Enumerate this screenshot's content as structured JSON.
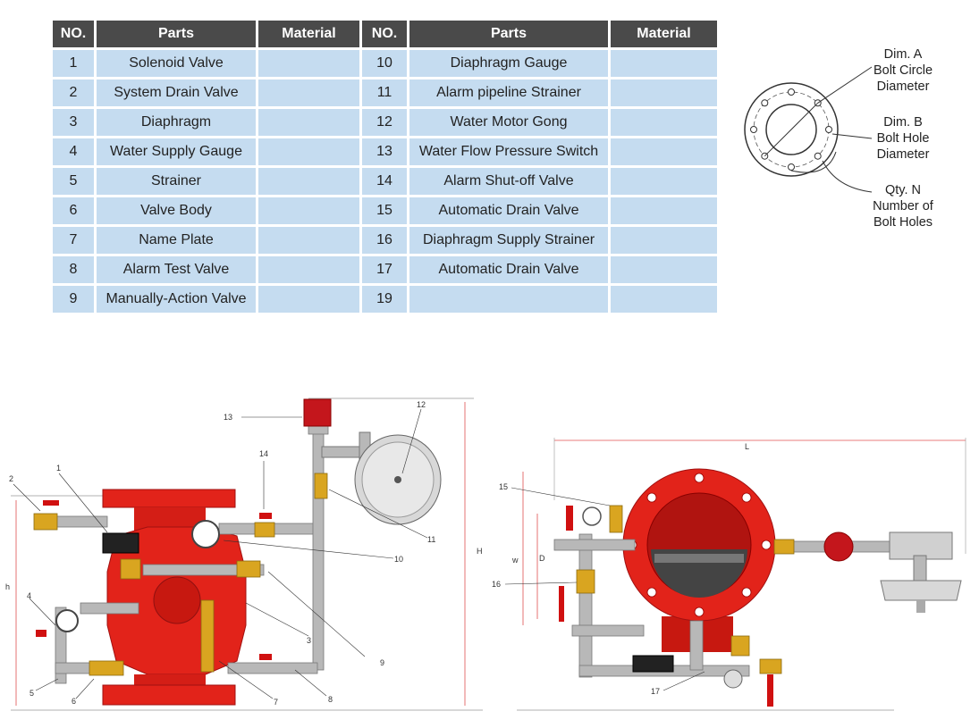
{
  "table": {
    "headers": [
      "NO.",
      "Parts",
      "Material",
      "NO.",
      "Parts",
      "Material"
    ],
    "rows": [
      {
        "no1": "1",
        "part1": "Solenoid Valve",
        "mat1": "",
        "no2": "10",
        "part2": "Diaphragm Gauge",
        "mat2": ""
      },
      {
        "no1": "2",
        "part1": "System Drain Valve",
        "mat1": "",
        "no2": "11",
        "part2": "Alarm pipeline Strainer",
        "mat2": ""
      },
      {
        "no1": "3",
        "part1": "Diaphragm",
        "mat1": "",
        "no2": "12",
        "part2": "Water Motor Gong",
        "mat2": ""
      },
      {
        "no1": "4",
        "part1": "Water Supply Gauge",
        "mat1": "",
        "no2": "13",
        "part2": "Water Flow Pressure Switch",
        "mat2": ""
      },
      {
        "no1": "5",
        "part1": "Strainer",
        "mat1": "",
        "no2": "14",
        "part2": "Alarm Shut-off Valve",
        "mat2": ""
      },
      {
        "no1": "6",
        "part1": "Valve Body",
        "mat1": "",
        "no2": "15",
        "part2": "Automatic Drain Valve",
        "mat2": ""
      },
      {
        "no1": "7",
        "part1": "Name Plate",
        "mat1": "",
        "no2": "16",
        "part2": "Diaphragm Supply Strainer",
        "mat2": ""
      },
      {
        "no1": "8",
        "part1": "Alarm Test Valve",
        "mat1": "",
        "no2": "17",
        "part2": "Automatic Drain Valve",
        "mat2": ""
      },
      {
        "no1": "9",
        "part1": "Manually-Action Valve",
        "mat1": "",
        "no2": "19",
        "part2": "",
        "mat2": ""
      }
    ]
  },
  "flange": {
    "dim_a": [
      "Dim. A",
      "Bolt Circle",
      "Diameter"
    ],
    "dim_b": [
      "Dim. B",
      "Bolt Hole",
      "Diameter"
    ],
    "qty_n": [
      "Qty. N",
      "Number of",
      "Bolt Holes"
    ]
  },
  "side_view": {
    "callouts": [
      "1",
      "2",
      "3",
      "4",
      "5",
      "6",
      "7",
      "8",
      "9",
      "10",
      "11",
      "12",
      "13",
      "14"
    ],
    "dims": [
      "h",
      "H"
    ]
  },
  "front_view": {
    "callouts": [
      "15",
      "16",
      "17"
    ],
    "dims": [
      "L",
      "w",
      "D"
    ]
  },
  "colors": {
    "table_header": "#4a4a4a",
    "table_cell": "#c5dcf0",
    "valve_red": "#e2231a",
    "brass": "#d9a520",
    "steel": "#b8b8b8",
    "dim_line": "#e05050"
  }
}
